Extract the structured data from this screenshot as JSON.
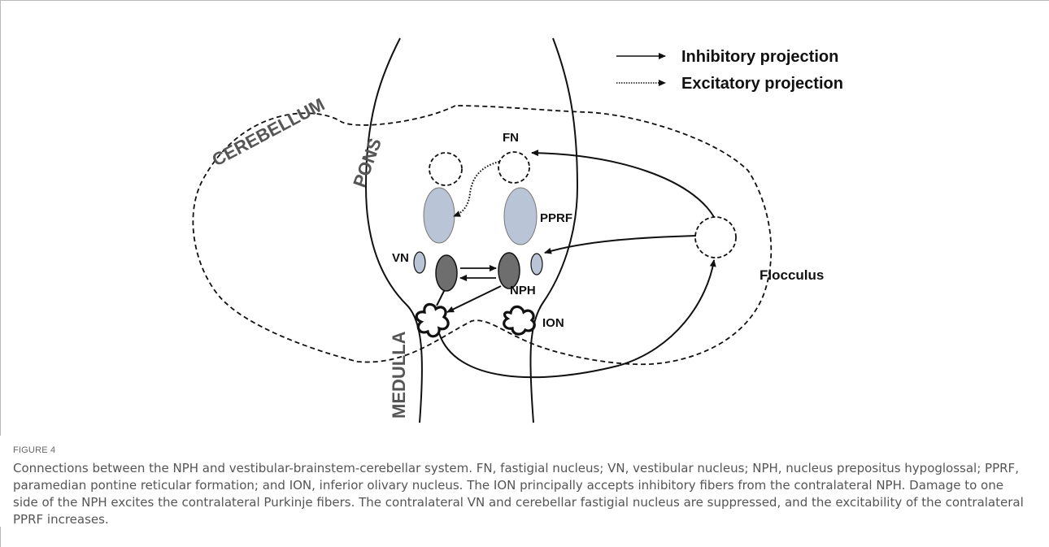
{
  "figure": {
    "legend": {
      "inhibitory": "Inhibitory projection",
      "excitatory": "Excitatory projection"
    },
    "labels": {
      "cerebellum": "CEREBELLUM",
      "pons": "PONS",
      "medulla": "MEDULLA",
      "fn": "FN",
      "pprf": "PPRF",
      "vn": "VN",
      "nph": "NPH",
      "ion": "ION",
      "flocculus": "Flocculus"
    },
    "colors": {
      "pprf_fill": "#b9c4d6",
      "nph_fill": "#6e6e6e",
      "vn_fill": "#b9c4d6",
      "stroke": "#111111"
    }
  },
  "caption": {
    "label": "FIGURE 4",
    "text": "Connections between the NPH and vestibular-brainstem-cerebellar system. FN, fastigial nucleus; VN, vestibular nucleus; NPH, nucleus prepositus hypoglossal; PPRF, paramedian pontine reticular formation; and ION, inferior olivary nucleus. The ION principally accepts inhibitory fibers from the contralateral NPH. Damage to one side of the NPH excites the contralateral Purkinje fibers. The contralateral VN and cerebellar fastigial nucleus are suppressed, and the excitability of the contralateral PPRF increases."
  }
}
